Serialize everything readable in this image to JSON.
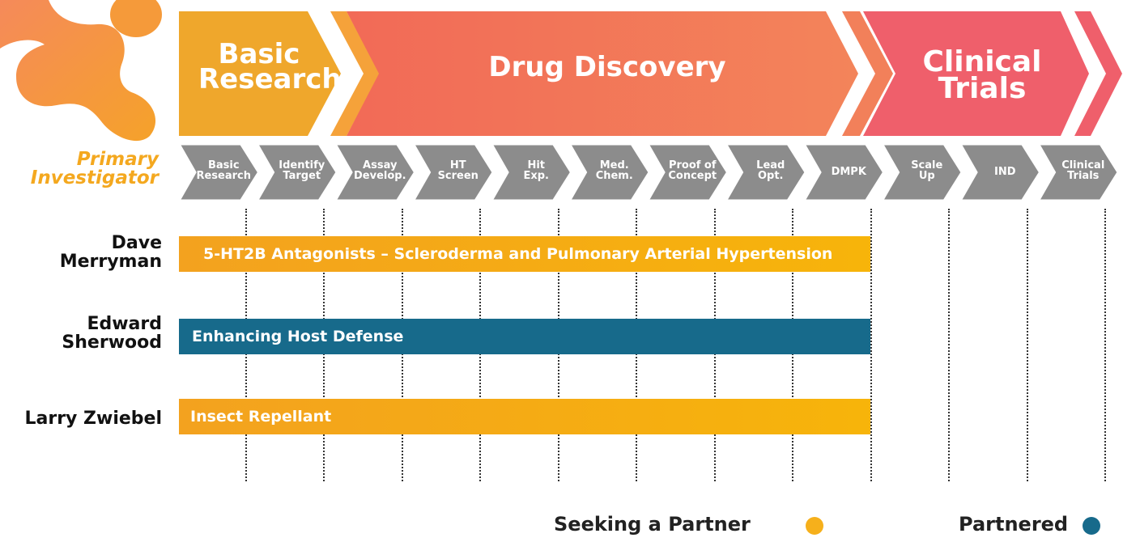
{
  "colors": {
    "basic_research": "#efa72c",
    "drug_discovery": "#f2805a",
    "clinical_trials": "#ef5f6b",
    "step_grey": "#8c8c8c",
    "seeking_partner": "#f6b01b",
    "partnered": "#176a8b",
    "primary_investigator": "#f4a81f"
  },
  "icons": [
    "logo-blob-icon",
    "chevron-right-icon"
  ],
  "phases": {
    "basic_research": "Basic Research",
    "drug_discovery": "Drug Discovery",
    "clinical_trials": "Clinical Trials"
  },
  "pi_header": "Primary Investigator",
  "steps": [
    "Basic Research",
    "Identify Target",
    "Assay Develop.",
    "HT Screen",
    "Hit Exp.",
    "Med. Chem.",
    "Proof of Concept",
    "Lead Opt.",
    "DMPK",
    "Scale Up",
    "IND",
    "Clinical Trials"
  ],
  "projects": [
    {
      "pi": "Dave Merryman",
      "title": "5-HT2B Antagonists – Scleroderma and Pulmonary Arterial Hypertension",
      "status": "Seeking a Partner",
      "progress_through_step": "DMPK"
    },
    {
      "pi": "Edward Sherwood",
      "title": "Enhancing Host Defense",
      "status": "Partnered",
      "progress_through_step": "DMPK"
    },
    {
      "pi": "Larry Zwiebel",
      "title": "Insect Repellant",
      "status": "Seeking a Partner",
      "progress_through_step": "DMPK"
    }
  ],
  "legend": {
    "seeking_partner": "Seeking a Partner",
    "partnered": "Partnered"
  }
}
